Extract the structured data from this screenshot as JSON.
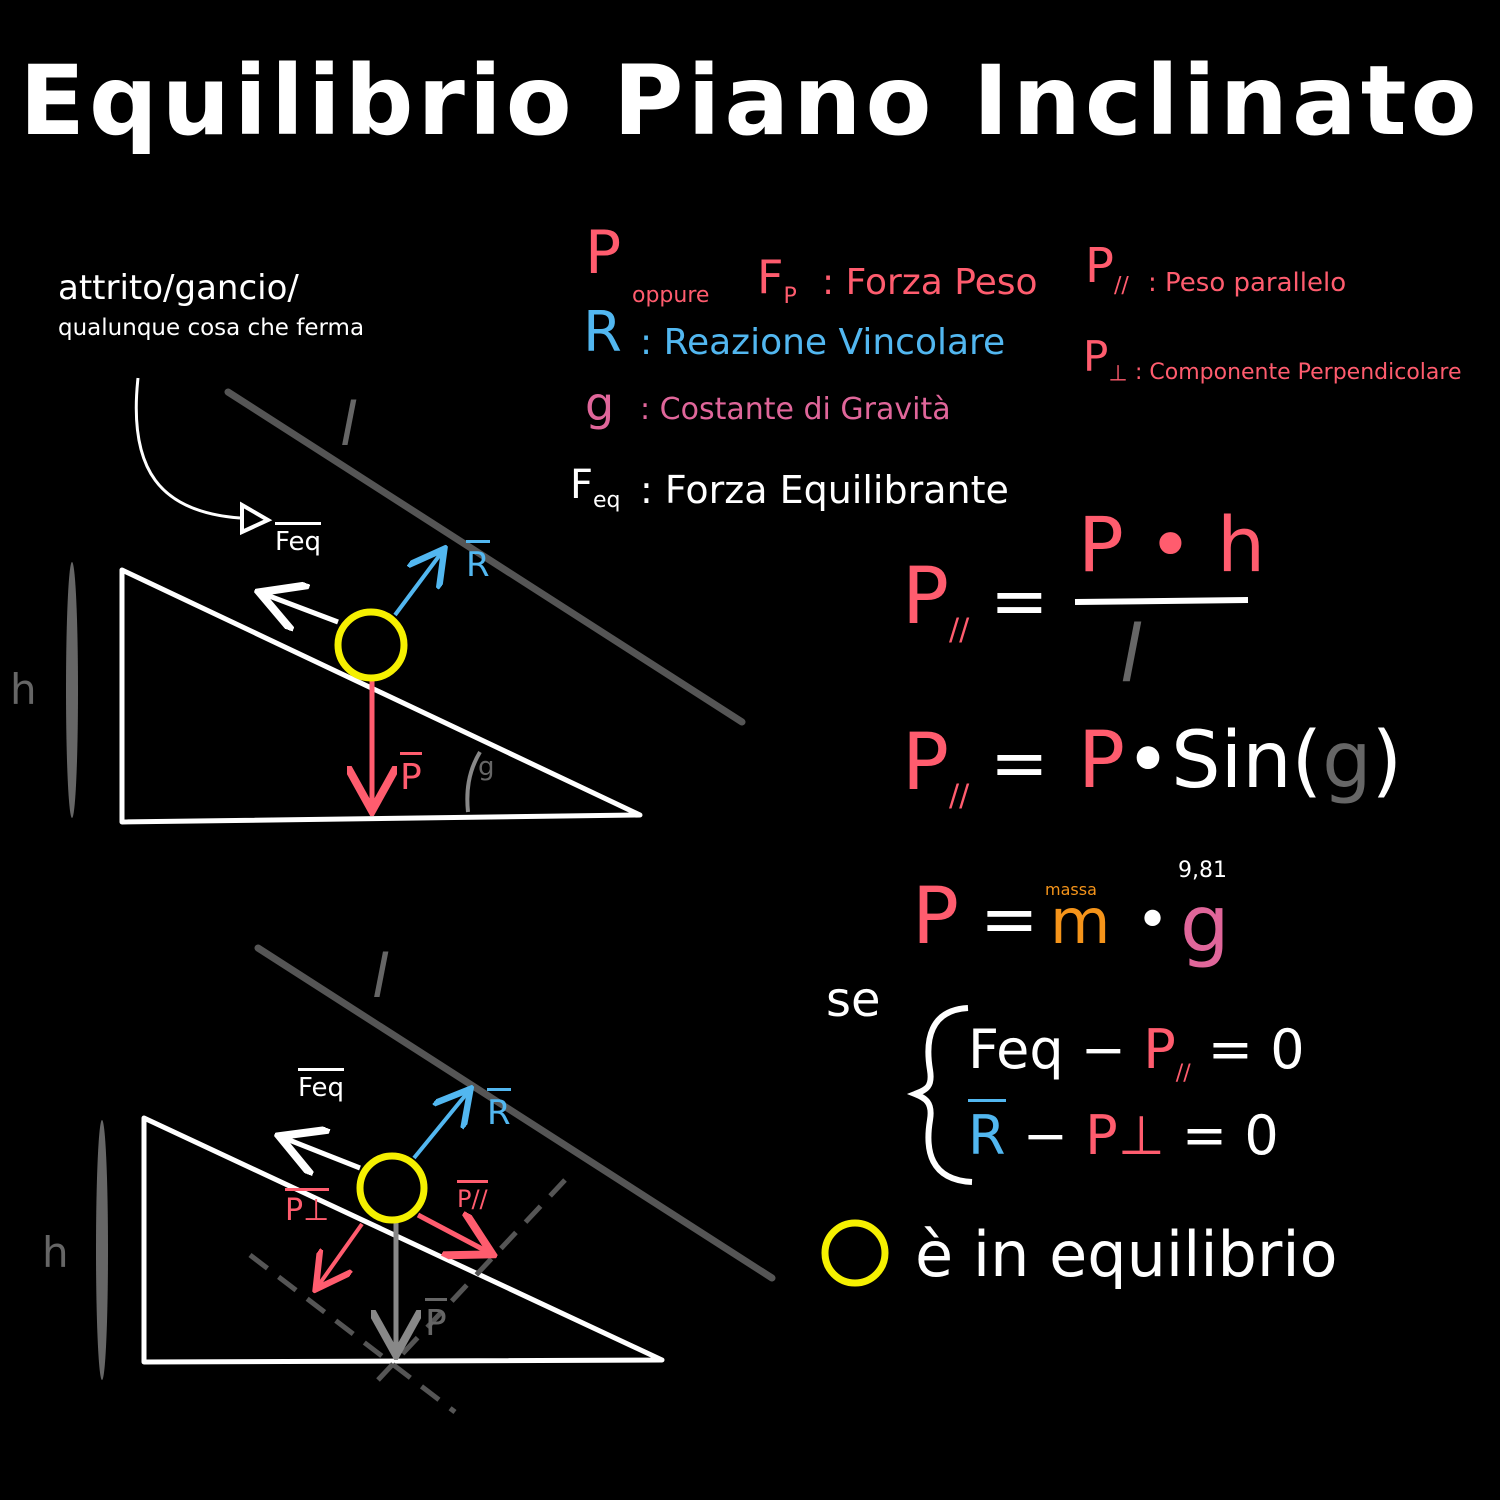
{
  "title": "Equilibrio Piano Inclinato",
  "note": {
    "line1": "attrito/gancio/",
    "line2": "qualunque cosa che ferma"
  },
  "legend": {
    "p_symbol": "P",
    "oppure": "oppure",
    "fp_symbol": "F",
    "fp_sub": "P",
    "p_desc": ": Forza Peso",
    "r_symbol": "R",
    "r_desc": ": Reazione Vincolare",
    "g_symbol": "g",
    "g_desc": ": Costante di Gravità",
    "feq_symbol": "F",
    "feq_sub": "eq",
    "feq_desc": ": Forza Equilibrante",
    "ppar_symbol": "P",
    "ppar_sub": "//",
    "ppar_desc": ": Peso parallelo",
    "pperp_symbol": "P",
    "pperp_sub": "⊥",
    "pperp_desc": ": Componente Perpendicolare"
  },
  "diagram1": {
    "feq": "Feq",
    "r": "R",
    "p": "P",
    "angle": "g",
    "h": "h",
    "l": "l"
  },
  "diagram2": {
    "feq": "Feq",
    "r": "R",
    "p": "P",
    "pperp": "P⊥",
    "ppar": "P//",
    "h": "h",
    "l": "l"
  },
  "formulas": {
    "f1_lhs": "P",
    "f1_lhs_sub": "//",
    "f1_num": "P • h",
    "f1_den": "l",
    "f2_lhs": "P",
    "f2_lhs_sub": "//",
    "f2_rhs_p": "P",
    "f2_rhs_dot": "•",
    "f2_rhs_sin": "Sin(",
    "f2_rhs_g": "g",
    "f2_rhs_close": ")",
    "f3_lhs": "P",
    "f3_m": "m",
    "f3_m_note": "massa",
    "f3_dot": "•",
    "f3_g": "g",
    "f3_g_note": "9,81",
    "eq": "="
  },
  "system": {
    "se": "se",
    "row1_feq": "Feq",
    "row1_minus": "−",
    "row1_p": "P",
    "row1_p_sub": "//",
    "row1_eq": "= 0",
    "row2_r": "R",
    "row2_minus": "−",
    "row2_p": "P⊥",
    "row2_eq": "= 0"
  },
  "conclusion": "è in equilibrio",
  "colors": {
    "pink": "#ff5c6e",
    "blue": "#52b7f0",
    "magenta": "#e0669a",
    "gray": "#666666",
    "yellow": "#f5f000",
    "orange": "#f5941a"
  }
}
